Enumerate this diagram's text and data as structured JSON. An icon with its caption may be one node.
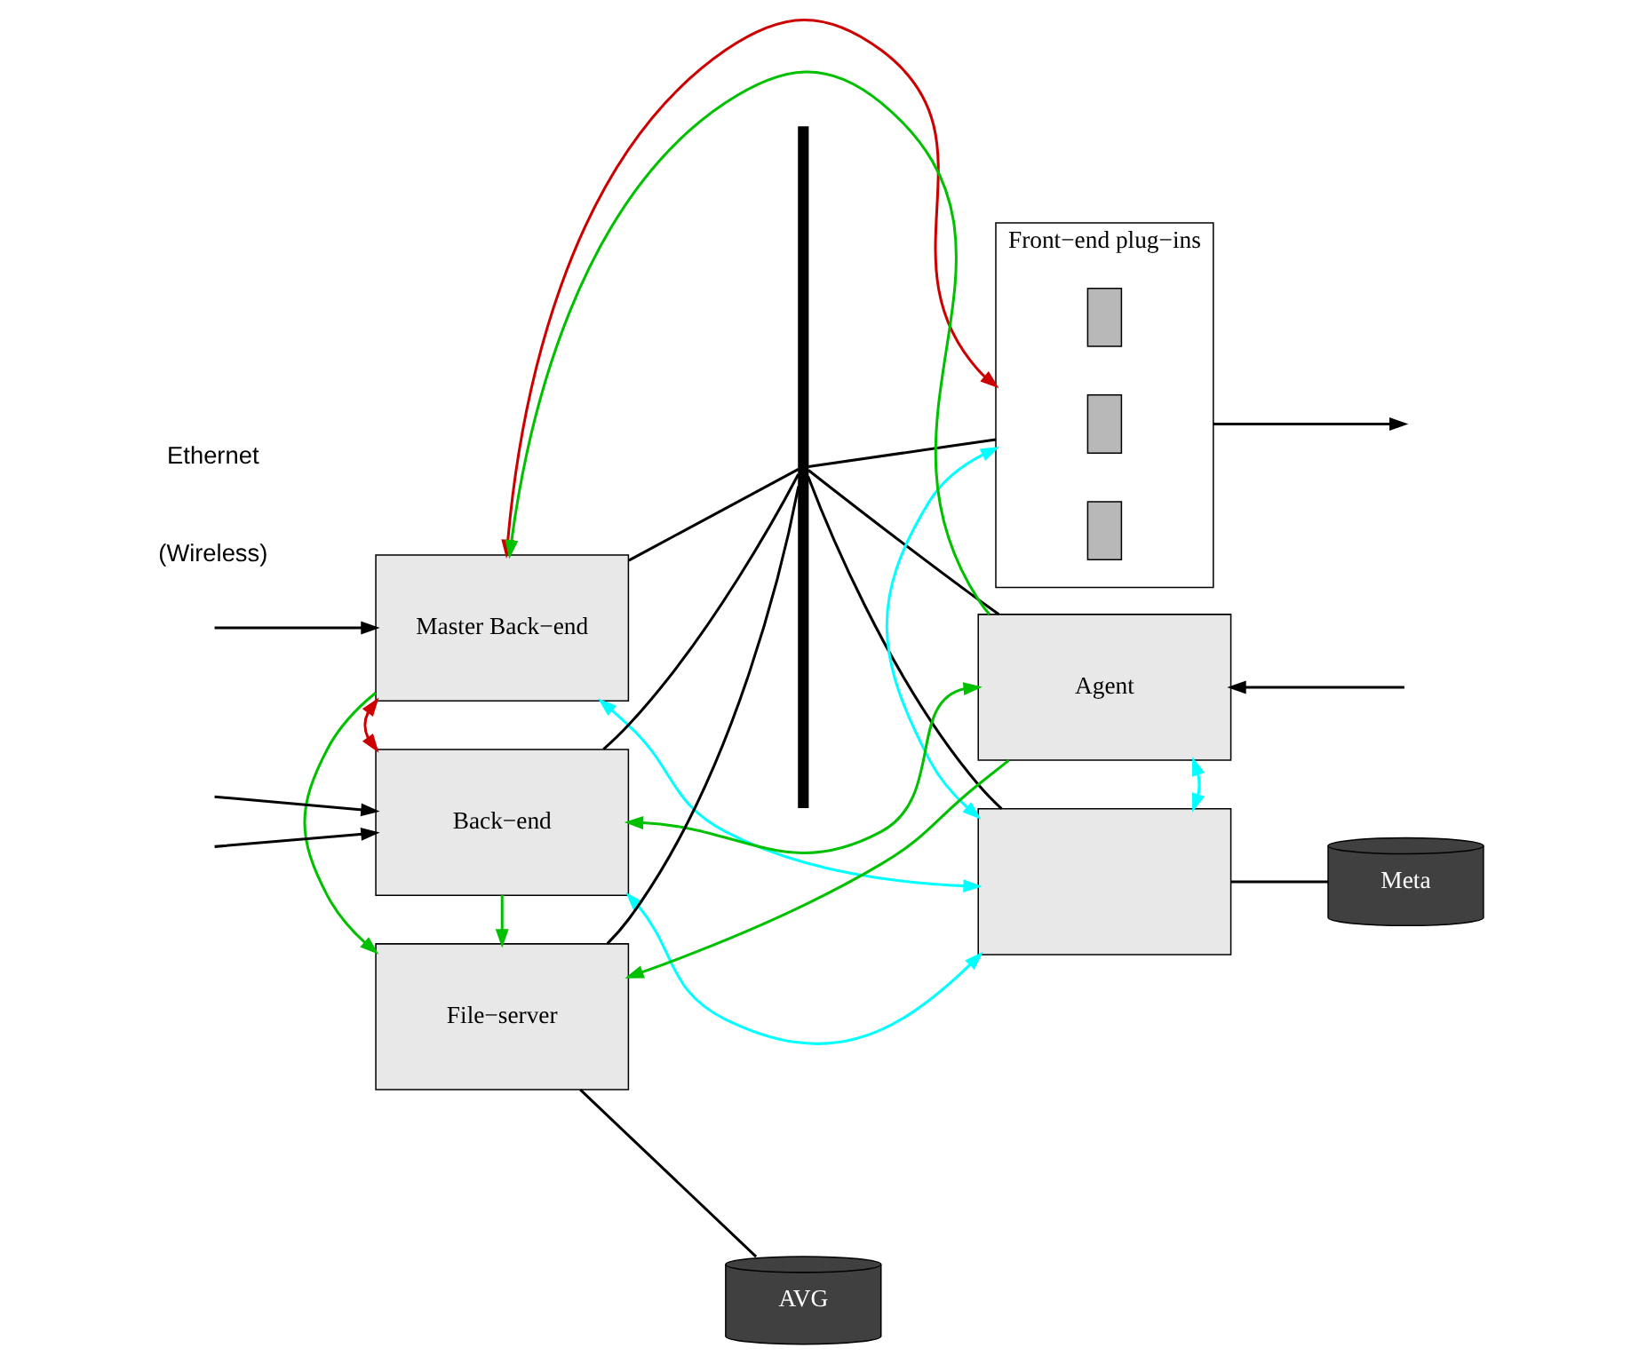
{
  "diagram": {
    "nodes": [
      {
        "text": [],
        "shape": "bar"
      },
      {
        "text": [
          "Master Back−end"
        ]
      },
      {
        "text": [
          "Front−end plug−ins"
        ]
      },
      {
        "text": [],
        "shape": "box",
        "in": 2
      },
      {
        "text": [],
        "shape": "box",
        "in": 2
      },
      {
        "text": [],
        "shape": "box",
        "in": 2
      },
      {
        "text": [
          "Back−end"
        ]
      },
      {
        "text": [
          "Agent"
        ]
      },
      {
        "text": [
          "File−server"
        ]
      },
      {
        "text": [],
        "shape": "box"
      },
      {
        "text": [
          "AVG"
        ]
      },
      {
        "text": [
          "Meta"
        ]
      }
    ],
    "edges": [
      {
        "from": null,
        "to": 1,
        "arrow": "to"
      },
      {
        "from": 2,
        "to": null,
        "arrow": "to"
      },
      {
        "from": null,
        "to": 6,
        "arrow": "to"
      },
      {
        "from": null,
        "to": 6,
        "arrow": "to"
      },
      {
        "from": null,
        "to": 7,
        "arrow": "to"
      },
      {
        "from": 1,
        "to": 0,
        "arrow": "none"
      },
      {
        "from": 0,
        "to": 2,
        "arrow": "none"
      },
      {
        "from": 6,
        "to": 0,
        "arrow": "none"
      },
      {
        "from": 0,
        "to": 7,
        "arrow": "none"
      },
      {
        "from": 8,
        "to": 0,
        "arrow": "none"
      },
      {
        "from": 0,
        "to": 9,
        "arrow": "none"
      },
      {
        "from": 1,
        "to": 2,
        "arrow": "both",
        "color": "#cc0000"
      },
      {
        "from": 1,
        "to": 6,
        "arrow": "both",
        "color": "#cc0000"
      },
      {
        "from": 7,
        "to": 1,
        "arrow": "to",
        "color": "#00c000"
      },
      {
        "from": 6,
        "to": 7,
        "arrow": "both",
        "color": "#00c000"
      },
      {
        "from": 1,
        "to": 8,
        "arrow": "to",
        "color": "#00c000"
      },
      {
        "from": 6,
        "to": 8,
        "arrow": "to",
        "color": "#00c000"
      },
      {
        "from": 7,
        "to": 8,
        "arrow": "to",
        "color": "#00c000"
      },
      {
        "from": 1,
        "to": 9,
        "arrow": "both",
        "color": "#00ffff"
      },
      {
        "from": 2,
        "to": 9,
        "arrow": "both",
        "color": "#00ffff"
      },
      {
        "from": 7,
        "to": 9,
        "arrow": "both",
        "color": "#00ffff"
      },
      {
        "from": 6,
        "to": 9,
        "arrow": "both",
        "color": "#00ffff"
      },
      {
        "from": 8,
        "to": 10,
        "arrow": "none"
      },
      {
        "from": 9,
        "to": 11,
        "arrow": "none"
      }
    ],
    "labels": [
      "(Wireless)",
      "Ethernet"
    ]
  }
}
